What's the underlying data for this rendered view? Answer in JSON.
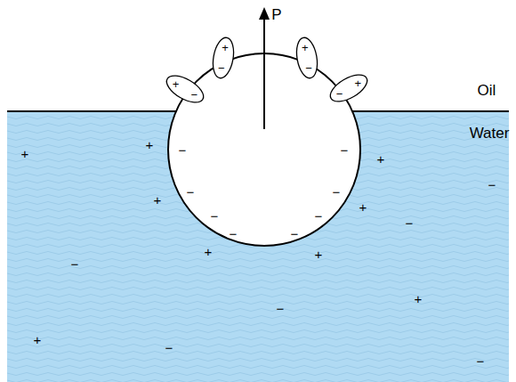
{
  "diagram": {
    "nodes": [
      {
        "text": [
          "−",
          "−",
          "−",
          "−",
          "−",
          "−",
          "−",
          "−"
        ]
      },
      {
        "text": [
          "+",
          "−"
        ]
      },
      {
        "text": [
          "+",
          "−"
        ]
      },
      {
        "text": [
          "+",
          "−"
        ]
      },
      {
        "text": [
          "+",
          "−"
        ]
      }
    ],
    "labels": [
      "P",
      "Oil",
      "Water",
      "+",
      "+",
      "+",
      "−",
      "+",
      "+",
      "+",
      "+",
      "−",
      "−",
      "−",
      "+",
      "+",
      "−",
      "−"
    ]
  }
}
